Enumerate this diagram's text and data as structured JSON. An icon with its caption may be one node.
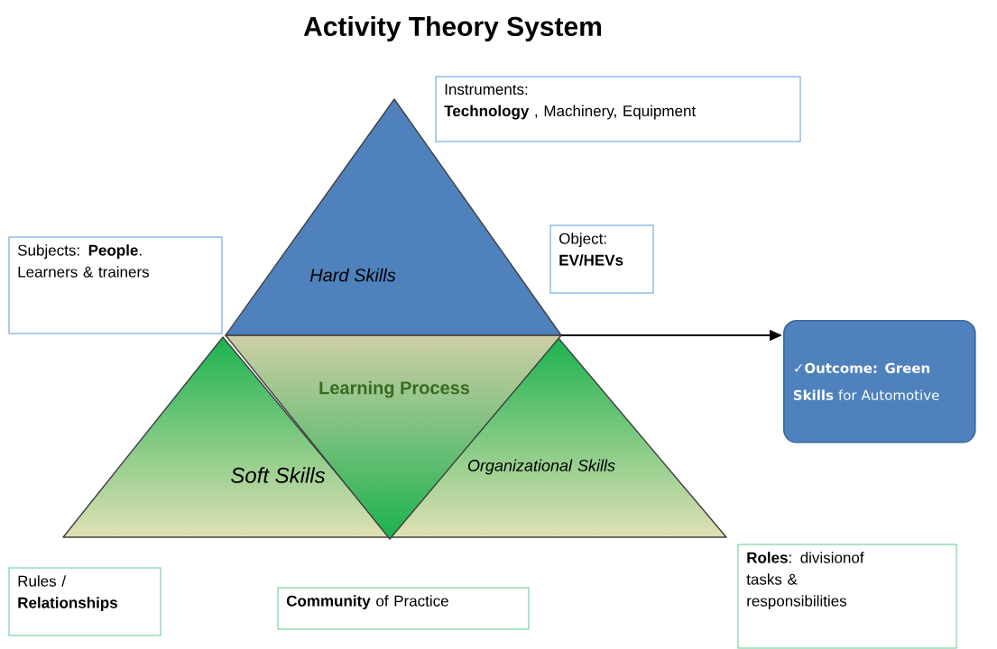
{
  "diagram": {
    "title": "Activity Theory System",
    "nodes": [
      {
        "text": [
          "Instruments:",
          "**Technology** , Machinery, Equipment"
        ]
      },
      {
        "text": [
          "Hard Skills"
        ]
      },
      {
        "text": [
          "Subjects: **People**. Learners & trainers"
        ]
      },
      {
        "text": [
          "Object: **EV/HEVs**"
        ]
      },
      {
        "text": [
          "Learning Process"
        ]
      },
      {
        "text": [
          "Soft Skills"
        ]
      },
      {
        "text": [
          "Organizational Skills"
        ]
      },
      {
        "text": [
          "✓**Outcome:** **Green Skills** for Automotive"
        ]
      },
      {
        "text": [
          "Rules / **Relationships**"
        ]
      },
      {
        "text": [
          "**Community** of Practice"
        ]
      },
      {
        "text": [
          "**Roles**: divisionof tasks & responsibilities"
        ]
      }
    ],
    "edges": [
      {
        "from": null,
        "to": 7,
        "arrow": "to"
      }
    ]
  }
}
